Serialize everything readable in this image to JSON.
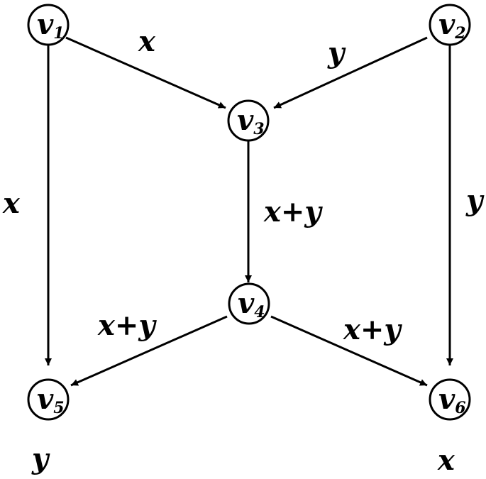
{
  "nodes": {
    "v1": {
      "main": "v",
      "sub": "1"
    },
    "v2": {
      "main": "v",
      "sub": "2"
    },
    "v3": {
      "main": "v",
      "sub": "3"
    },
    "v4": {
      "main": "v",
      "sub": "4"
    },
    "v5": {
      "main": "v",
      "sub": "5"
    },
    "v6": {
      "main": "v",
      "sub": "6"
    }
  },
  "edges": {
    "v1_v3": "x",
    "v2_v3": "y",
    "v1_v5": "x",
    "v2_v6": "y",
    "v3_v4": "x+y",
    "v4_v5": "x+y",
    "v4_v6": "x+y"
  },
  "outputs": {
    "v5": "y",
    "v6": "x"
  }
}
